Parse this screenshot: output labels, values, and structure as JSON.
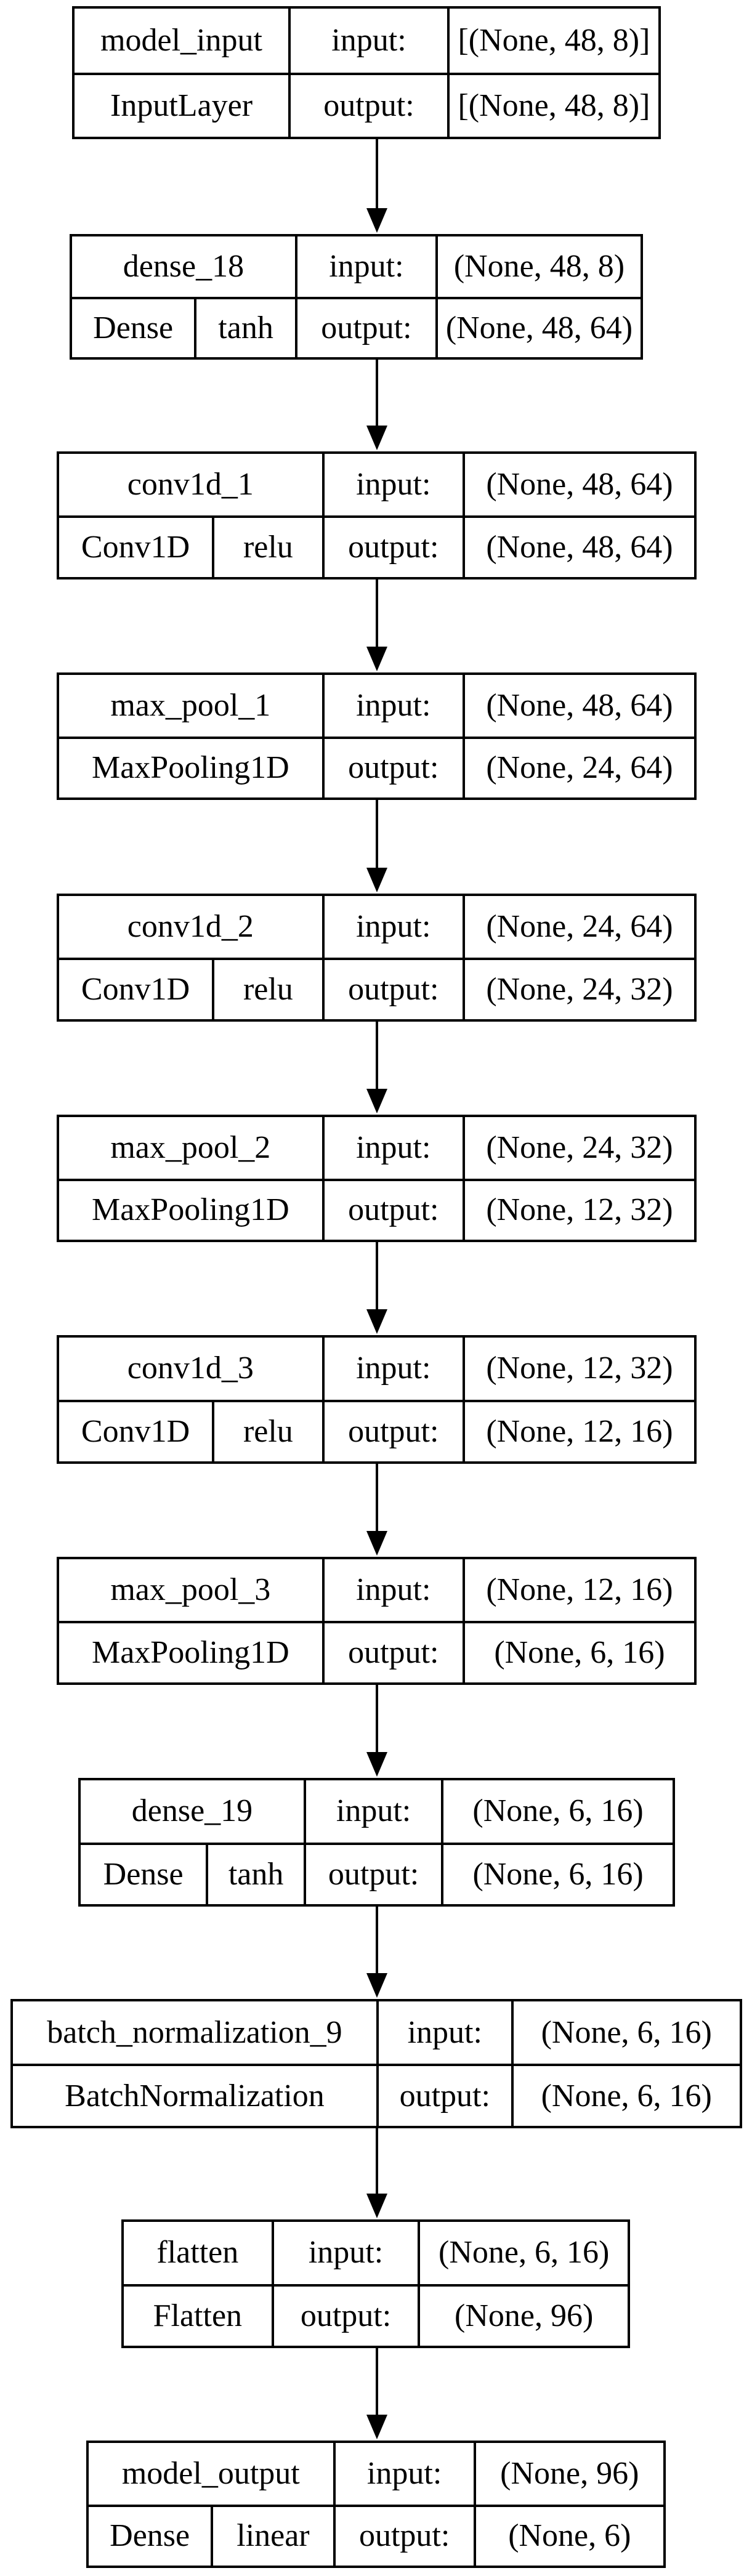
{
  "layers": [
    {
      "name": "model_input",
      "type": "InputLayer",
      "activation": "",
      "input_label": "input:",
      "input_shape": "[(None, 48, 8)]",
      "output_label": "output:",
      "output_shape": "[(None, 48, 8)]"
    },
    {
      "name": "dense_18",
      "type": "Dense",
      "activation": "tanh",
      "input_label": "input:",
      "input_shape": "(None, 48, 8)",
      "output_label": "output:",
      "output_shape": "(None, 48, 64)"
    },
    {
      "name": "conv1d_1",
      "type": "Conv1D",
      "activation": "relu",
      "input_label": "input:",
      "input_shape": "(None, 48, 64)",
      "output_label": "output:",
      "output_shape": "(None, 48, 64)"
    },
    {
      "name": "max_pool_1",
      "type": "MaxPooling1D",
      "activation": "",
      "input_label": "input:",
      "input_shape": "(None, 48, 64)",
      "output_label": "output:",
      "output_shape": "(None, 24, 64)"
    },
    {
      "name": "conv1d_2",
      "type": "Conv1D",
      "activation": "relu",
      "input_label": "input:",
      "input_shape": "(None, 24, 64)",
      "output_label": "output:",
      "output_shape": "(None, 24, 32)"
    },
    {
      "name": "max_pool_2",
      "type": "MaxPooling1D",
      "activation": "",
      "input_label": "input:",
      "input_shape": "(None, 24, 32)",
      "output_label": "output:",
      "output_shape": "(None, 12, 32)"
    },
    {
      "name": "conv1d_3",
      "type": "Conv1D",
      "activation": "relu",
      "input_label": "input:",
      "input_shape": "(None, 12, 32)",
      "output_label": "output:",
      "output_shape": "(None, 12, 16)"
    },
    {
      "name": "max_pool_3",
      "type": "MaxPooling1D",
      "activation": "",
      "input_label": "input:",
      "input_shape": "(None, 12, 16)",
      "output_label": "output:",
      "output_shape": "(None, 6, 16)"
    },
    {
      "name": "dense_19",
      "type": "Dense",
      "activation": "tanh",
      "input_label": "input:",
      "input_shape": "(None, 6, 16)",
      "output_label": "output:",
      "output_shape": "(None, 6, 16)"
    },
    {
      "name": "batch_normalization_9",
      "type": "BatchNormalization",
      "activation": "",
      "input_label": "input:",
      "input_shape": "(None, 6, 16)",
      "output_label": "output:",
      "output_shape": "(None, 6, 16)"
    },
    {
      "name": "flatten",
      "type": "Flatten",
      "activation": "",
      "input_label": "input:",
      "input_shape": "(None, 6, 16)",
      "output_label": "output:",
      "output_shape": "(None, 96)"
    },
    {
      "name": "model_output",
      "type": "Dense",
      "activation": "linear",
      "input_label": "input:",
      "input_shape": "(None, 96)",
      "output_label": "output:",
      "output_shape": "(None, 6)"
    }
  ],
  "colors": {
    "stroke": "#000000",
    "background": "#ffffff",
    "text": "#000000"
  }
}
